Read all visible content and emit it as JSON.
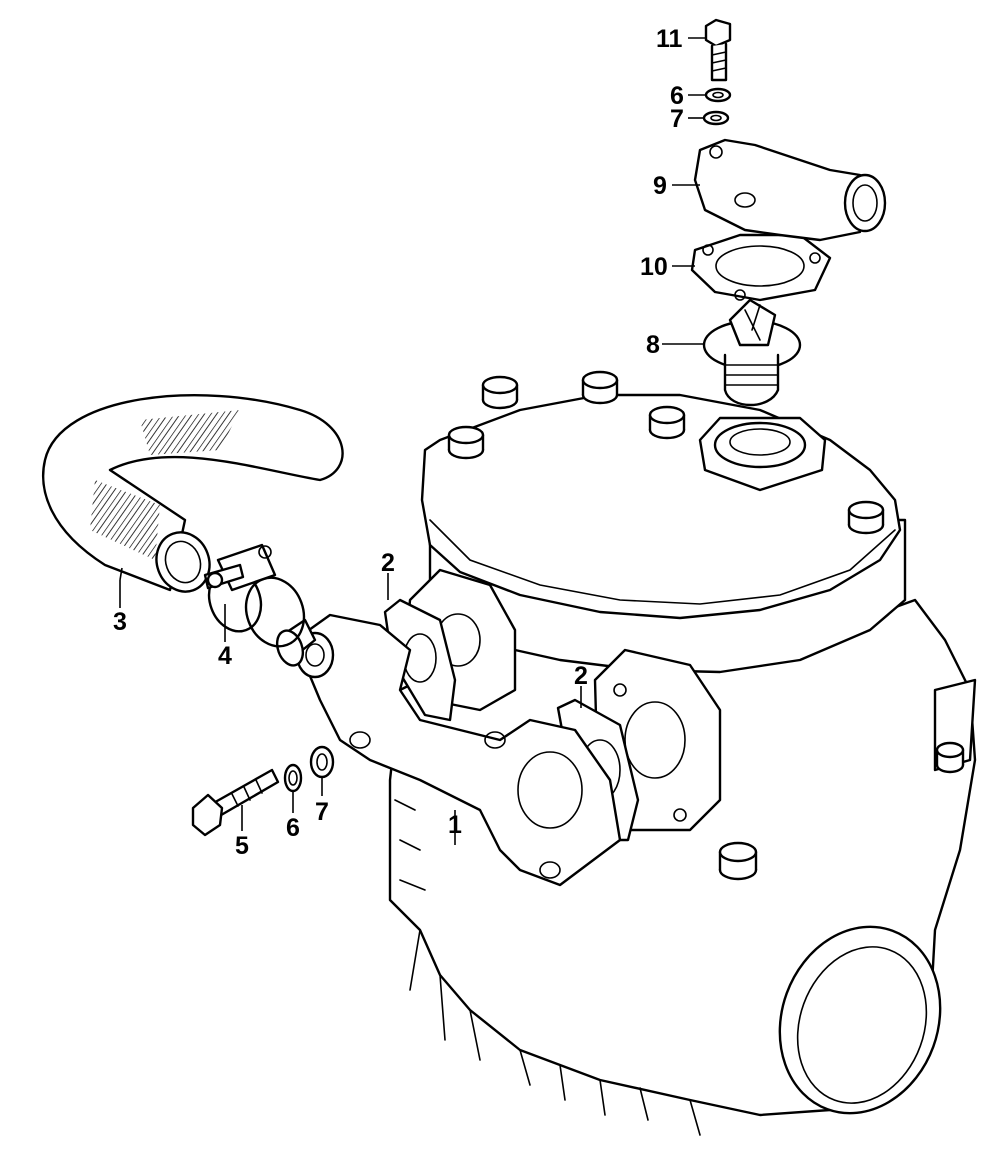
{
  "colors": {
    "line": "#000000",
    "background": "#ffffff"
  },
  "callouts": {
    "c1": "1",
    "c2a": "2",
    "c2b": "2",
    "c3": "3",
    "c4": "4",
    "c5": "5",
    "c6a": "6",
    "c7a": "7",
    "c6b": "6",
    "c7b": "7",
    "c8": "8",
    "c9": "9",
    "c10": "10",
    "c11": "11"
  }
}
